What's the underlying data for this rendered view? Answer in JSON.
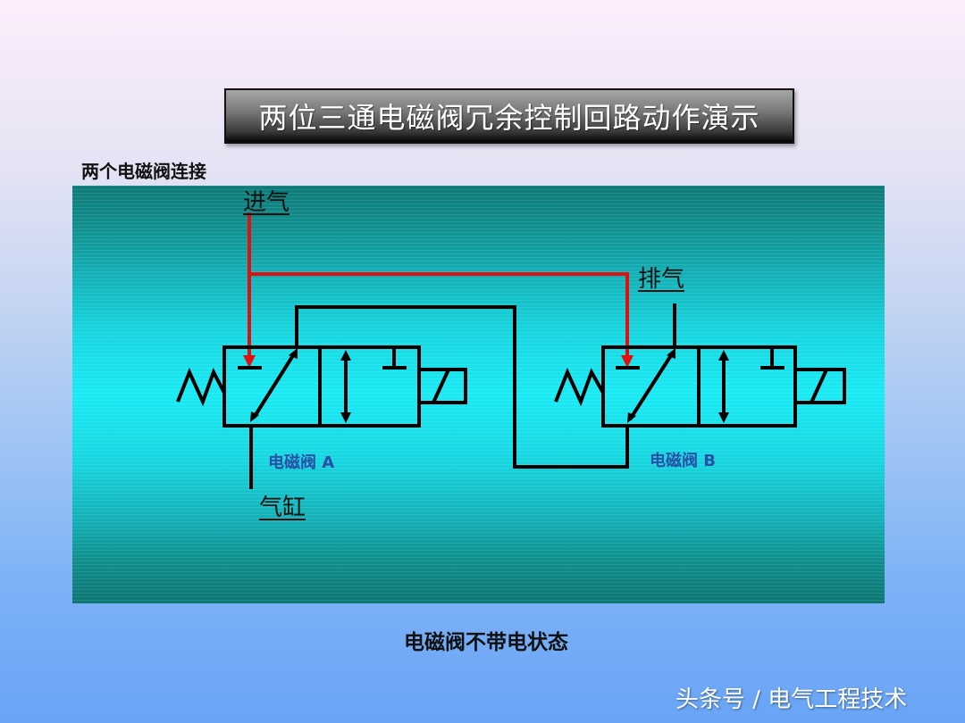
{
  "slide": {
    "title": "两位三通电磁阀冗余控制回路动作演示",
    "subtitle": "两个电磁阀连接",
    "caption": "电磁阀不带电状态",
    "watermark": "头条号 / 电气工程技术"
  },
  "diagram": {
    "labels": {
      "inlet": "进气",
      "exhaust": "排气",
      "cylinder": "气缸"
    },
    "valves": [
      {
        "id": "A",
        "label": "电磁阀 A",
        "state": "de-energized"
      },
      {
        "id": "B",
        "label": "电磁阀 B",
        "state": "de-energized"
      }
    ],
    "colors": {
      "air_flow_line": "#e01010",
      "pipe_line": "#000000",
      "valve_label": "#2a4fa6",
      "background_center": "#19eaf4",
      "background_edge": "#0c7674"
    }
  }
}
